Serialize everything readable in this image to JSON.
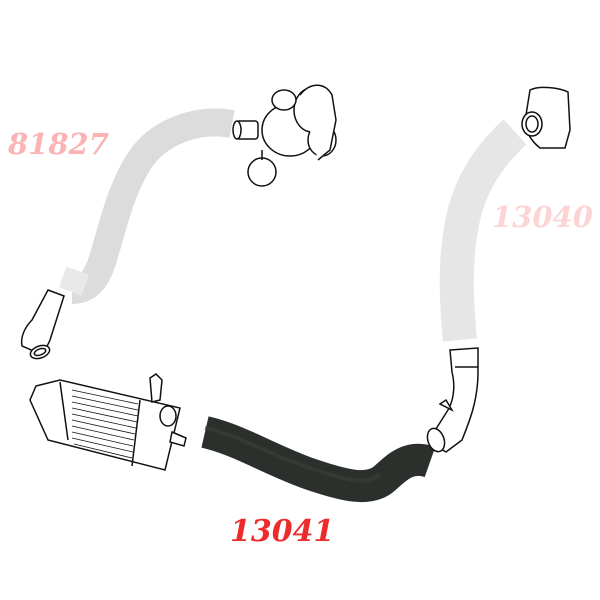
{
  "diagram": {
    "type": "parts-diagram",
    "subject": "intercooler hose kit",
    "parts": [
      {
        "id": "hose-upper-left",
        "part_number": "81827",
        "state": "faded",
        "label_color": "#fbb4b4",
        "hose_color": "#dcdcdc"
      },
      {
        "id": "hose-upper-right",
        "part_number": "13040",
        "state": "faded",
        "label_color": "#fcd4d4",
        "hose_color": "#e6e6e6"
      },
      {
        "id": "hose-lower",
        "part_number": "13041",
        "state": "highlighted",
        "label_color": "#ee2b2b",
        "hose_color": "#2b302c"
      }
    ],
    "components": [
      {
        "id": "turbocharger",
        "style": "line-drawing"
      },
      {
        "id": "throttle-body",
        "style": "line-drawing"
      },
      {
        "id": "intercooler",
        "style": "line-drawing"
      },
      {
        "id": "elbow-pipe-left",
        "style": "line-drawing"
      },
      {
        "id": "elbow-pipe-right",
        "style": "line-drawing"
      }
    ]
  },
  "labels": {
    "p81827": "81827",
    "p13040": "13040",
    "p13041": "13041"
  },
  "colors": {
    "background": "#ffffff",
    "line_art": "#111111",
    "highlight_red": "#ee2b2b",
    "faded_pink_1": "#fbb4b4",
    "faded_pink_2": "#fcd4d4",
    "faded_hose_1": "#dcdcdc",
    "faded_hose_2": "#e6e6e6",
    "active_hose": "#2b302c"
  }
}
